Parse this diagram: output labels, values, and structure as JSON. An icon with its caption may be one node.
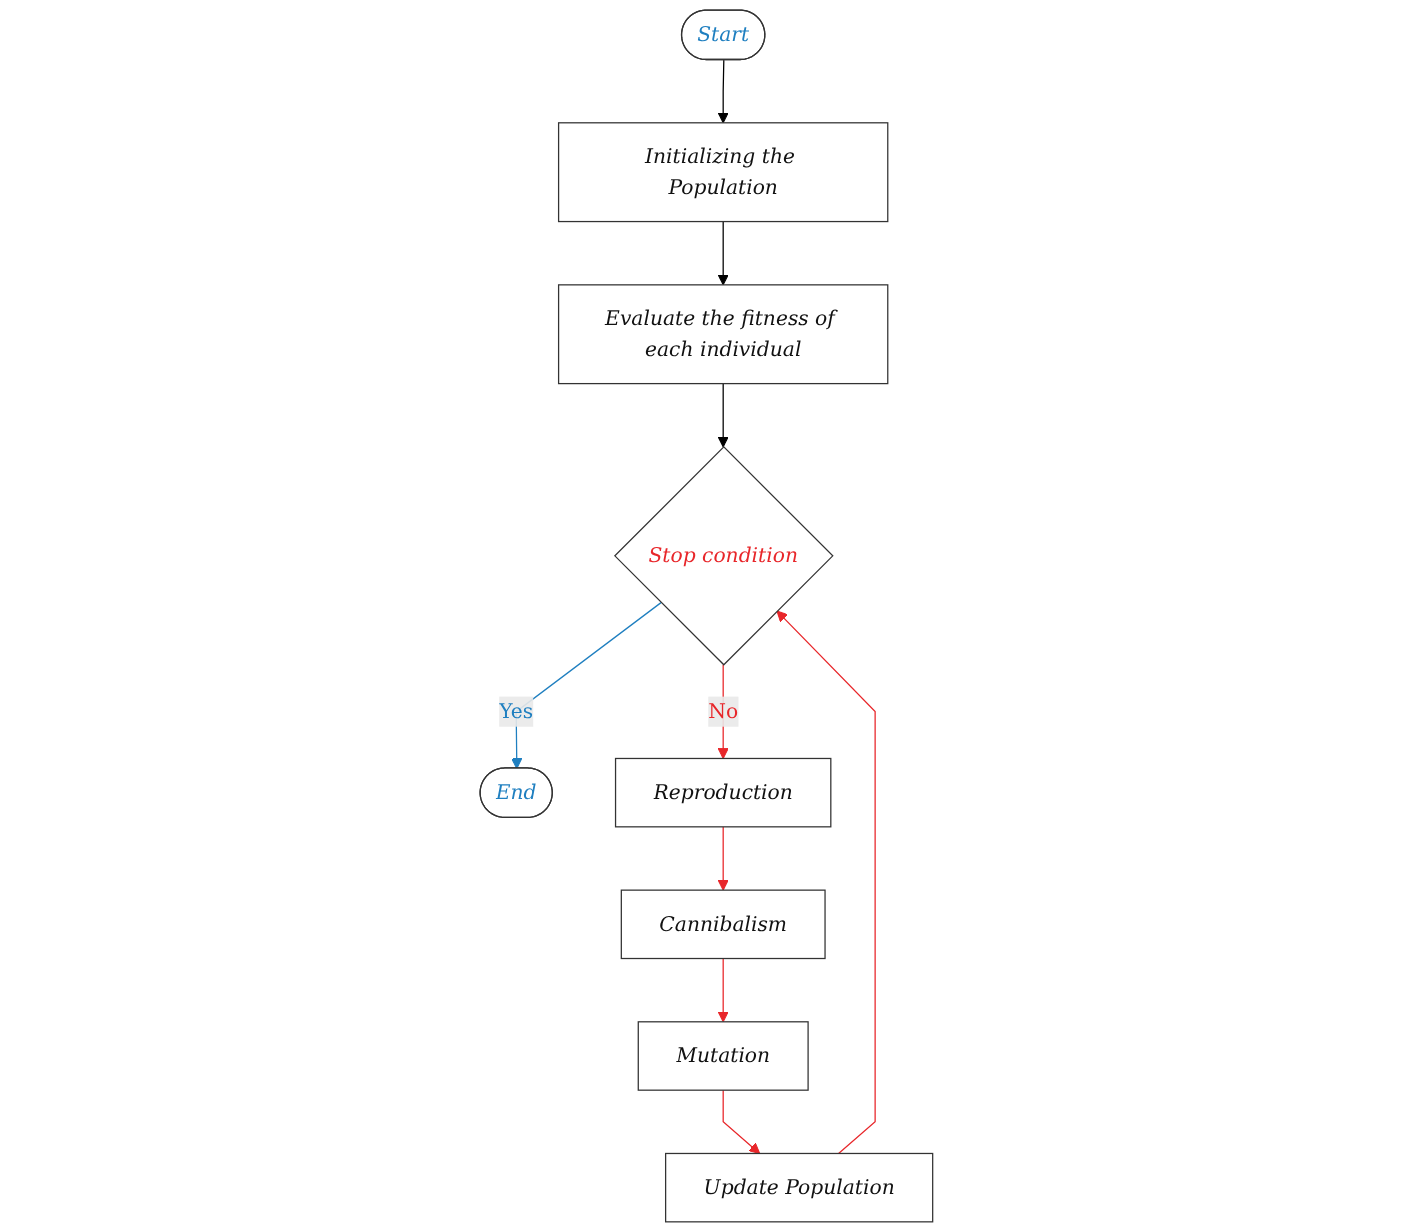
{
  "diagram": {
    "nodes": [
      {
        "text": [
          "Start"
        ]
      },
      {
        "text": [
          "Initializing the Population"
        ]
      },
      {
        "text": [
          "Evaluate the fitness of each individual"
        ]
      },
      {
        "text": [
          "Stop condition"
        ]
      },
      {
        "text": [
          "End"
        ]
      },
      {
        "text": [
          "Reproduction"
        ]
      },
      {
        "text": [
          "Cannibalism"
        ]
      },
      {
        "text": [
          "Mutation"
        ]
      },
      {
        "text": [
          "Update Population"
        ]
      }
    ],
    "edges": [
      {
        "from": 0,
        "to": 1,
        "arrow": "to",
        "color": "#000000"
      },
      {
        "from": 1,
        "to": 2,
        "arrow": "to",
        "color": "#000000"
      },
      {
        "from": 2,
        "to": 3,
        "arrow": "to",
        "color": "#000000"
      },
      {
        "from": 3,
        "to": 4,
        "arrow": "to",
        "label": "Yes",
        "color": "#1f7fc0"
      },
      {
        "from": 3,
        "to": 5,
        "arrow": "to",
        "label": "No",
        "color": "#e8262a"
      },
      {
        "from": 5,
        "to": 6,
        "arrow": "to",
        "color": "#e8262a"
      },
      {
        "from": 6,
        "to": 7,
        "arrow": "to",
        "color": "#e8262a"
      },
      {
        "from": 7,
        "to": 8,
        "arrow": "to",
        "color": "#e8262a"
      },
      {
        "from": 8,
        "to": 3,
        "arrow": "to",
        "color": "#e8262a"
      }
    ]
  }
}
